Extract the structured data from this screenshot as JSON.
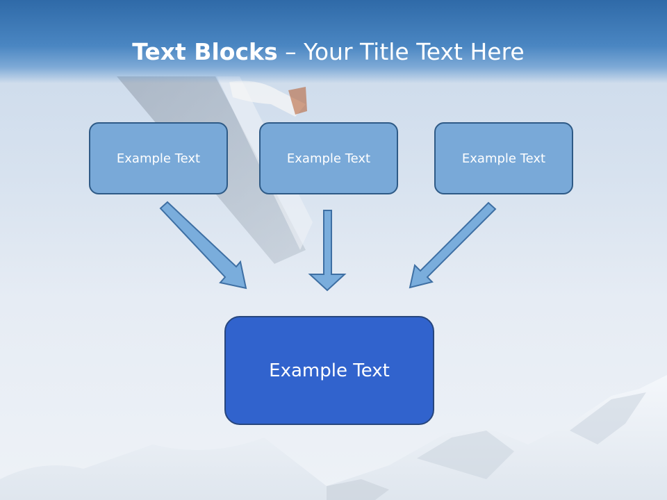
{
  "title": {
    "bold": "Text Blocks",
    "dash": " – ",
    "rest": "Your Title Text Here"
  },
  "blocks": [
    "Example Text",
    "Example Text",
    "Example Text"
  ],
  "main_block": "Example Text",
  "colors": {
    "title_bar": "#3b78b8",
    "small_box_fill": "#79a9d8",
    "small_box_border": "#2e5a86",
    "main_box_fill": "#3163cd",
    "arrow_fill": "#7aaddc",
    "arrow_border": "#3e6fa3"
  }
}
